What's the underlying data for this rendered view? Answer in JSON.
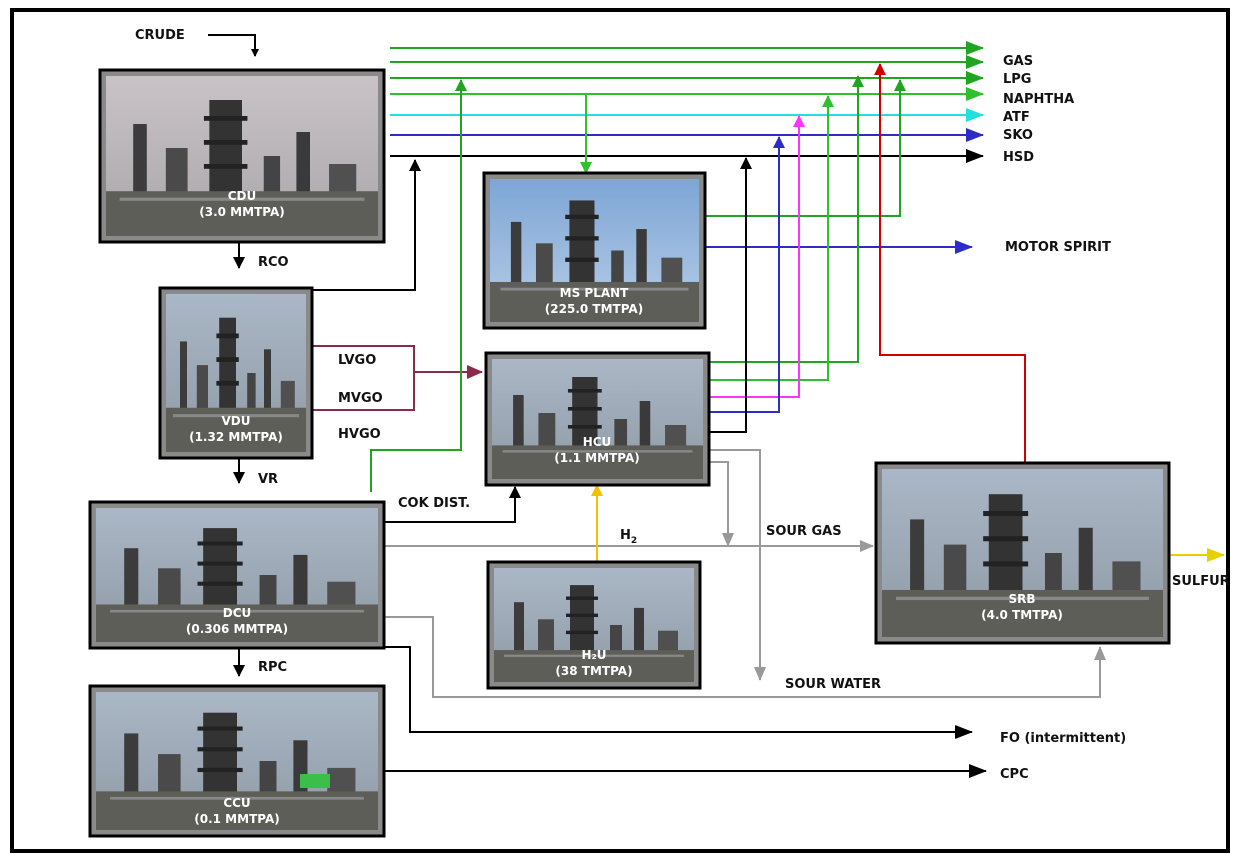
{
  "inputs": {
    "crude": "CRUDE"
  },
  "units": {
    "cdu": {
      "name": "CDU",
      "capacity": "(3.0 MMTPA)"
    },
    "vdu": {
      "name": "VDU",
      "capacity": "(1.32 MMTPA)"
    },
    "dcu": {
      "name": "DCU",
      "capacity": "(0.306 MMTPA)"
    },
    "ccu": {
      "name": "CCU",
      "capacity": "(0.1 MMTPA)"
    },
    "ms_plant": {
      "name": "MS PLANT",
      "capacity": "(225.0 TMTPA)"
    },
    "hcu": {
      "name": "HCU",
      "capacity": "(1.1 MMTPA)"
    },
    "h2u": {
      "name": "H₂U",
      "capacity": "(38 TMTPA)"
    },
    "srb": {
      "name": "SRB",
      "capacity": "(4.0 TMTPA)"
    }
  },
  "streams": {
    "rco": "RCO",
    "vr": "VR",
    "rpc": "RPC",
    "lvgo": "LVGO",
    "mvgo": "MVGO",
    "hvgo": "HVGO",
    "cok_dist": "COK DIST.",
    "h2": "H",
    "h2_sub": "2",
    "sour_gas": "SOUR GAS",
    "sour_water": "SOUR WATER"
  },
  "products": {
    "gas": "GAS",
    "lpg": "LPG",
    "naphtha": "NAPHTHA",
    "atf": "ATF",
    "sko": "SKO",
    "hsd": "HSD",
    "motor_spirit": "MOTOR SPIRIT",
    "sulfur": "SULFUR",
    "fo": "FO (intermittent)",
    "cpc": "CPC"
  },
  "colors": {
    "gas": "#1fa51f",
    "lpg": "#1fa51f",
    "naphtha": "#2fbf2f",
    "atf": "#22e0e0",
    "sko": "#2c2cc8",
    "hsd": "#000000",
    "vgo": "#8b2a4a",
    "atf_hcu": "#ff33ff",
    "sulfur_stream": "#d10000",
    "sulfur_product": "#e6d000",
    "h2": "#f2c200",
    "sour": "#999999"
  }
}
